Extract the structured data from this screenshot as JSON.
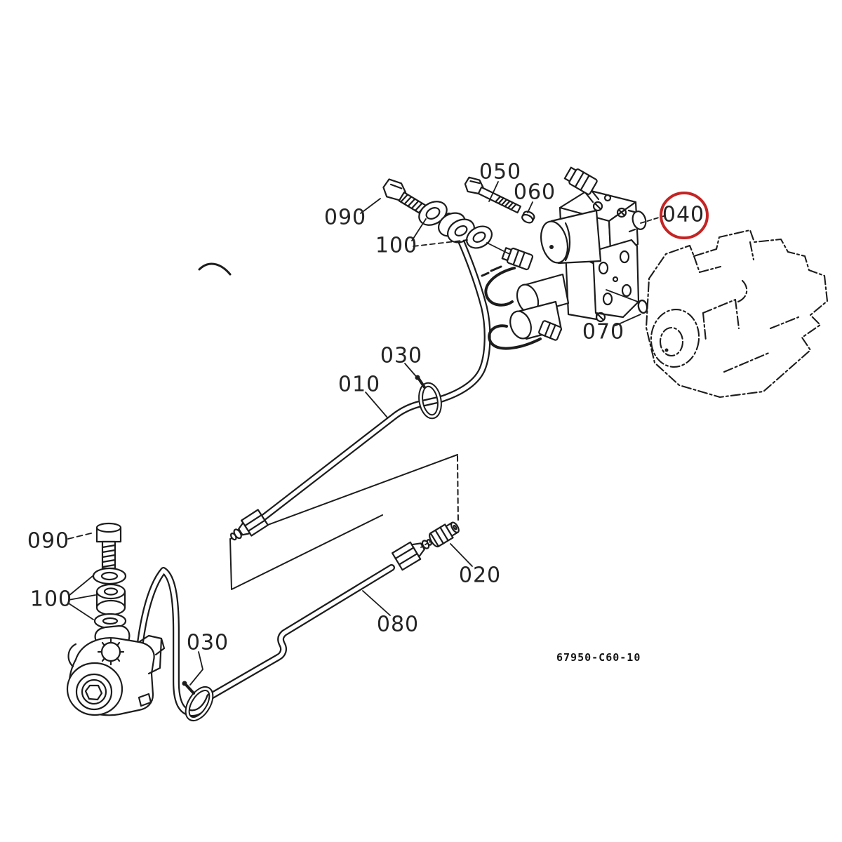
{
  "diagram": {
    "description": "Exploded hydraulic piping parts diagram",
    "drawing_number": "67950-C60-10",
    "highlight_color": "#c42424",
    "line_color": "#1c1c1c",
    "highlighted_ref": "040",
    "labels": [
      {
        "ref": "010",
        "text": "010"
      },
      {
        "ref": "020",
        "text": "020"
      },
      {
        "ref": "030-mid",
        "text": "030"
      },
      {
        "ref": "030-bottom",
        "text": "030"
      },
      {
        "ref": "040",
        "text": "040"
      },
      {
        "ref": "050",
        "text": "050"
      },
      {
        "ref": "060",
        "text": "060"
      },
      {
        "ref": "070",
        "text": "070"
      },
      {
        "ref": "080",
        "text": "080"
      },
      {
        "ref": "090-top",
        "text": "090"
      },
      {
        "ref": "090-bottom",
        "text": "090"
      },
      {
        "ref": "100-top",
        "text": "100"
      },
      {
        "ref": "100-bottom",
        "text": "100"
      }
    ]
  }
}
